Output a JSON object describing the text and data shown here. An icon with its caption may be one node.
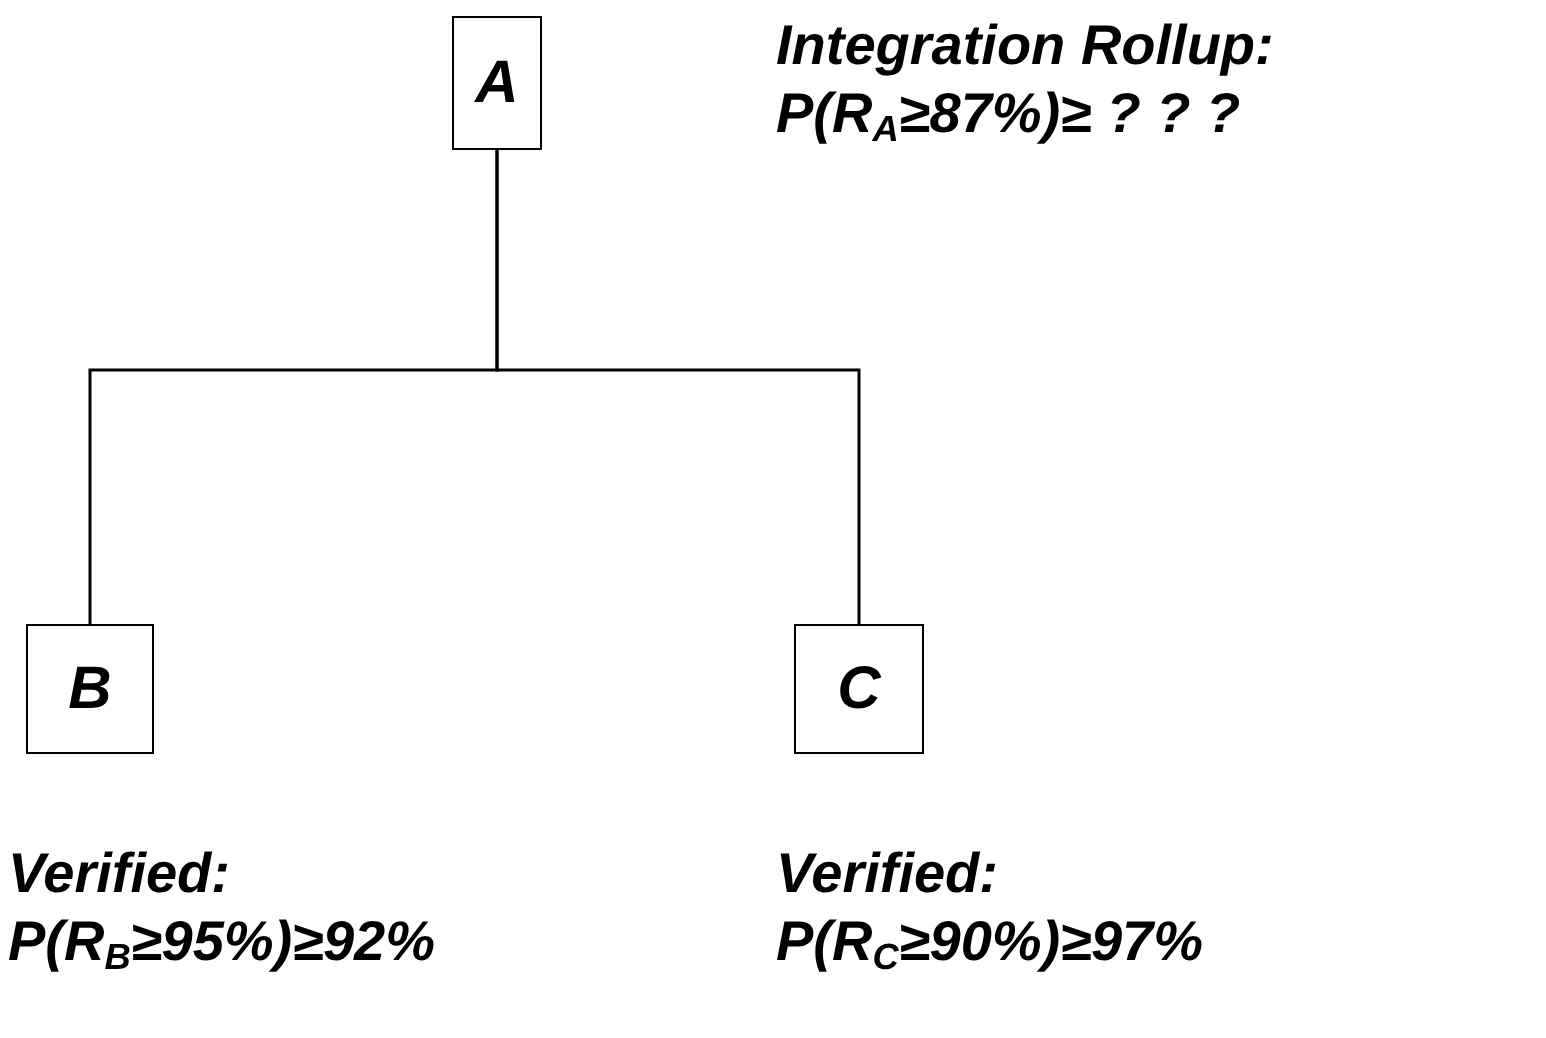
{
  "diagram": {
    "nodes": [
      {
        "text": [
          "A"
        ],
        "beside": [
          "Integration Rollup:",
          "P(R$_{A}$≥87%)≥ ? ? ?"
        ]
      },
      {
        "text": [
          "B"
        ],
        "beside": [
          "Verified:",
          "P(R$_{B}$≥95%)≥92%"
        ]
      },
      {
        "text": [
          "C"
        ],
        "beside": [
          "Verified:",
          "P(R$_{C}$≥90%)≥97%"
        ]
      }
    ],
    "edges": [
      {
        "from": 0,
        "to": 1,
        "arrow": "none"
      },
      {
        "from": 0,
        "to": 2,
        "arrow": "none"
      }
    ]
  }
}
